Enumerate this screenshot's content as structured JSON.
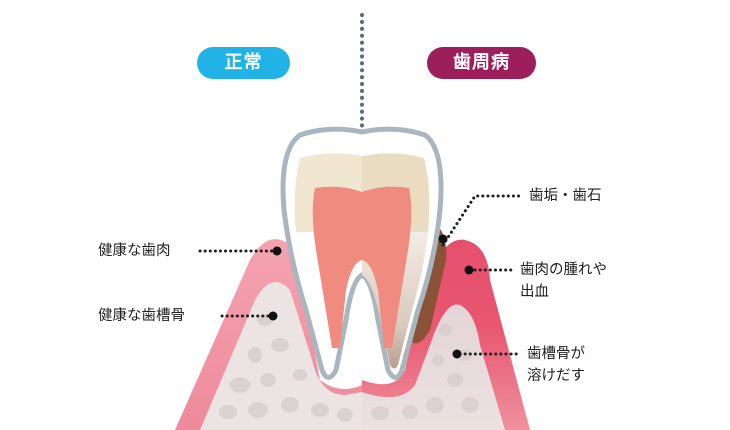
{
  "header": {
    "normal_badge": "正常",
    "disease_badge": "歯周病"
  },
  "labels": {
    "left": {
      "healthy_gum": "健康な歯肉",
      "healthy_bone": "健康な歯槽骨"
    },
    "right": {
      "plaque_tartar": "歯垢・歯石",
      "gum_swelling_line1": "歯肉の腫れや",
      "gum_swelling_line2": "出血",
      "bone_melting_line1": "歯槽骨が",
      "bone_melting_line2": "溶けだす"
    }
  },
  "colors": {
    "normal_badge": "#22b3e6",
    "disease_badge": "#9c1f5b",
    "gum_healthy": "#f08fa0",
    "gum_inflamed": "#e0436a",
    "bone": "#ece4e2",
    "tartar": "#8a5236",
    "pulp": "#f08b80",
    "dentin": "#f1e6cf",
    "enamel_outline": "#a9b6bf",
    "divider_dots": "#5a6a85"
  }
}
